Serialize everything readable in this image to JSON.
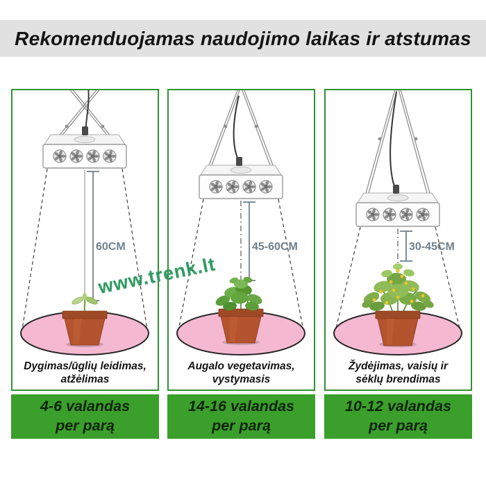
{
  "title": "Rekomenduojamas naudojimo laikas ir atstumas",
  "watermark": "www.trenk.lt",
  "colors": {
    "title_bar_gray": "#e1e1e1",
    "panel_border_green": "#2f9331",
    "banner_green": "#3a9f2b",
    "coverage_pink": "#f4b9d1",
    "watermark_green": "#2f9c62",
    "pot_terracotta": "#b4542e",
    "dimension_label_gray": "#72808c"
  },
  "panels": [
    {
      "id": "seedling",
      "distance_label": "60CM",
      "caption_line1": "Dygimas/ūglių leidimas,",
      "caption_line2": "atžėlimas",
      "banner_line1": "4-6 valandas",
      "banner_line2": "per parą"
    },
    {
      "id": "vegetative",
      "distance_label": "45-60CM",
      "caption_line1": "Augalo vegetavimas,",
      "caption_line2": "vystymasis",
      "banner_line1": "14-16 valandas",
      "banner_line2": "per parą"
    },
    {
      "id": "flowering",
      "distance_label": "30-45CM",
      "caption_line1": "Žydėjimas, vaisių ir",
      "caption_line2": "sėklų brendimas",
      "banner_line1": "10-12 valandas",
      "banner_line2": "per parą"
    }
  ]
}
